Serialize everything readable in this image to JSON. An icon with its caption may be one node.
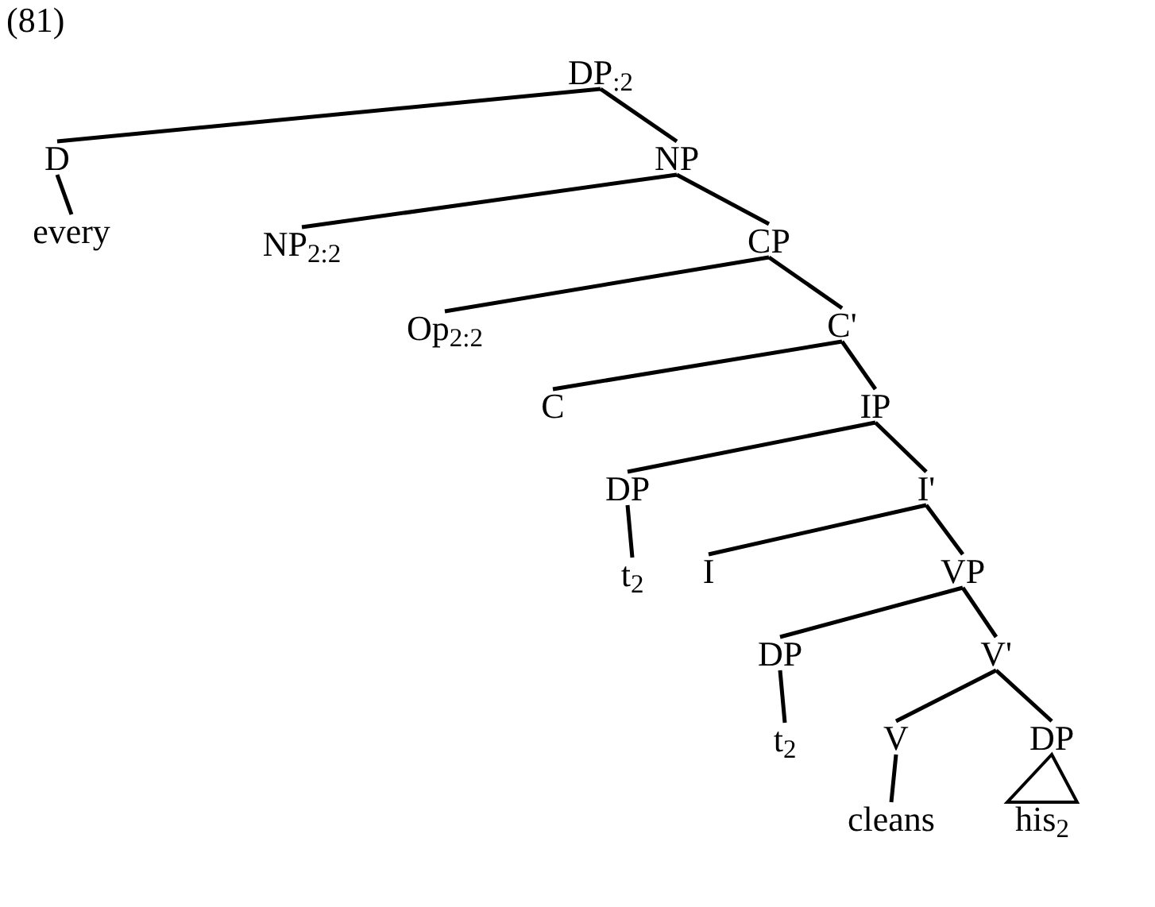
{
  "diagram": {
    "nodes": [
      {
        "text": [
          "DP$_{:2}$"
        ]
      },
      {
        "text": [
          "D"
        ]
      },
      {
        "text": [
          "every"
        ]
      },
      {
        "text": [
          "NP"
        ]
      },
      {
        "text": [
          "NP$_{2:2}$"
        ]
      },
      {
        "text": [
          "CP"
        ]
      },
      {
        "text": [
          "Op$_{2:2}$"
        ]
      },
      {
        "text": [
          "C'"
        ]
      },
      {
        "text": [
          "C"
        ]
      },
      {
        "text": [
          "IP"
        ]
      },
      {
        "text": [
          "DP"
        ]
      },
      {
        "text": [
          "I'"
        ]
      },
      {
        "text": [
          "t$_{2}$"
        ]
      },
      {
        "text": [
          "I"
        ]
      },
      {
        "text": [
          "VP"
        ]
      },
      {
        "text": [
          "DP"
        ]
      },
      {
        "text": [
          "V'"
        ]
      },
      {
        "text": [
          "t$_{2}$"
        ]
      },
      {
        "text": [
          "V"
        ]
      },
      {
        "text": [
          "DP"
        ]
      },
      {
        "text": [
          "cleans"
        ]
      },
      {
        "text": [
          "his$_{2}$"
        ]
      }
    ],
    "edges": [
      {
        "from": 0,
        "to": 1,
        "arrow": "none"
      },
      {
        "from": 0,
        "to": 3,
        "arrow": "none"
      },
      {
        "from": 1,
        "to": 2,
        "arrow": "none"
      },
      {
        "from": 3,
        "to": 4,
        "arrow": "none"
      },
      {
        "from": 3,
        "to": 5,
        "arrow": "none"
      },
      {
        "from": 5,
        "to": 6,
        "arrow": "none"
      },
      {
        "from": 5,
        "to": 7,
        "arrow": "none"
      },
      {
        "from": 7,
        "to": 8,
        "arrow": "none"
      },
      {
        "from": 7,
        "to": 9,
        "arrow": "none"
      },
      {
        "from": 9,
        "to": 10,
        "arrow": "none"
      },
      {
        "from": 9,
        "to": 11,
        "arrow": "none"
      },
      {
        "from": 10,
        "to": 12,
        "arrow": "none"
      },
      {
        "from": 11,
        "to": 13,
        "arrow": "none"
      },
      {
        "from": 11,
        "to": 14,
        "arrow": "none"
      },
      {
        "from": 14,
        "to": 15,
        "arrow": "none"
      },
      {
        "from": 14,
        "to": 16,
        "arrow": "none"
      },
      {
        "from": 15,
        "to": 17,
        "arrow": "none"
      },
      {
        "from": 16,
        "to": 18,
        "arrow": "none"
      },
      {
        "from": 16,
        "to": 19,
        "arrow": "none"
      },
      {
        "from": 18,
        "to": 20,
        "arrow": "none"
      },
      {
        "from": 19,
        "to": 21,
        "arrow": "none"
      }
    ],
    "labels": [
      "(81)"
    ]
  }
}
